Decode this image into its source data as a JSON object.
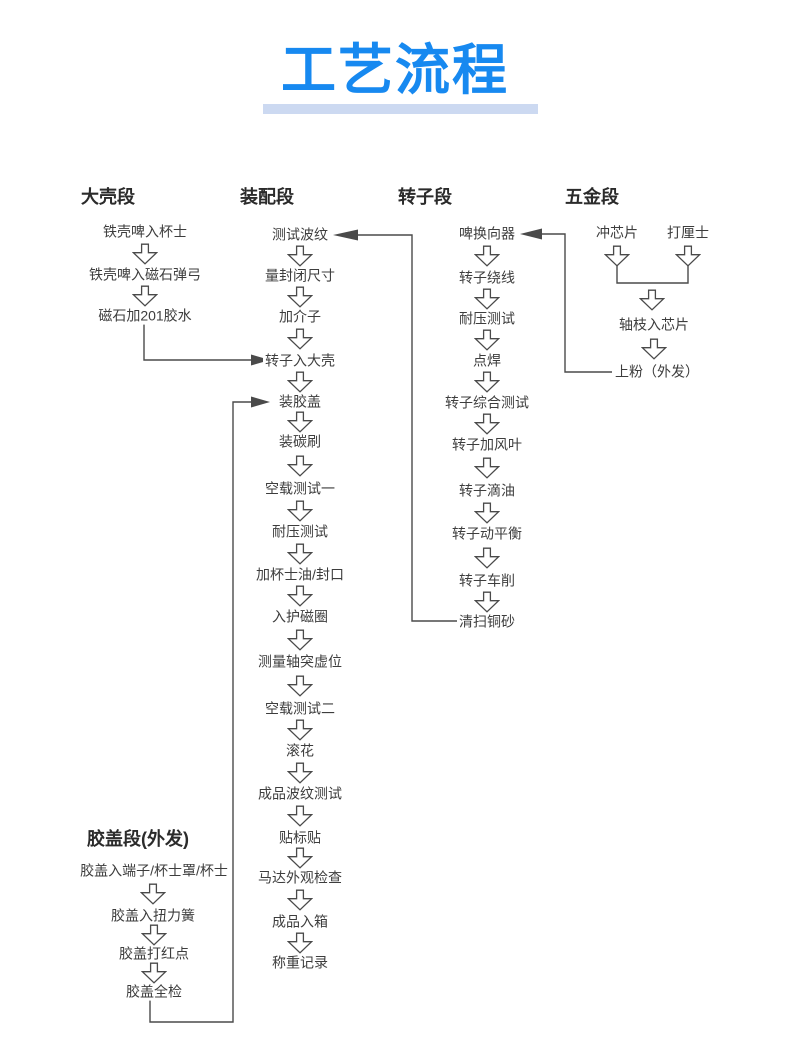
{
  "title": "工艺流程",
  "colors": {
    "title_blue": "#1789f0",
    "underline_blue": "#ccd9f1",
    "line_gray": "#4a4a4a",
    "text_gray": "#3d3d3d"
  },
  "columns": [
    {
      "header": "大壳段",
      "steps": [
        "铁壳啤入杯士",
        "铁壳啤入磁石弹弓",
        "磁石加201胶水"
      ]
    },
    {
      "header": "装配段",
      "steps": [
        "测试波纹",
        "量封闭尺寸",
        "加介子",
        "转子入大壳",
        "装胶盖",
        "装碳刷",
        "空载测试一",
        "耐压测试",
        "加杯士油/封口",
        "入护磁圈",
        "测量轴突虚位",
        "空载测试二",
        "滚花",
        "成品波纹测试",
        "贴标贴",
        "马达外观检查",
        "成品入箱",
        "称重记录"
      ]
    },
    {
      "header": "转子段",
      "steps": [
        "啤换向器",
        "转子绕线",
        "耐压测试",
        "点焊",
        "转子综合测试",
        "转子加风叶",
        "转子滴油",
        "转子动平衡",
        "转子车削",
        "清扫铜砂"
      ]
    },
    {
      "header": "五金段",
      "steps": [
        "冲芯片",
        "打厘士",
        "轴枝入芯片",
        "上粉（外发）"
      ]
    },
    {
      "header": "胶盖段(外发)",
      "steps": [
        "胶盖入端子/杯士罩/杯士",
        "胶盖入扭力簧",
        "胶盖打红点",
        "胶盖全检"
      ]
    }
  ]
}
